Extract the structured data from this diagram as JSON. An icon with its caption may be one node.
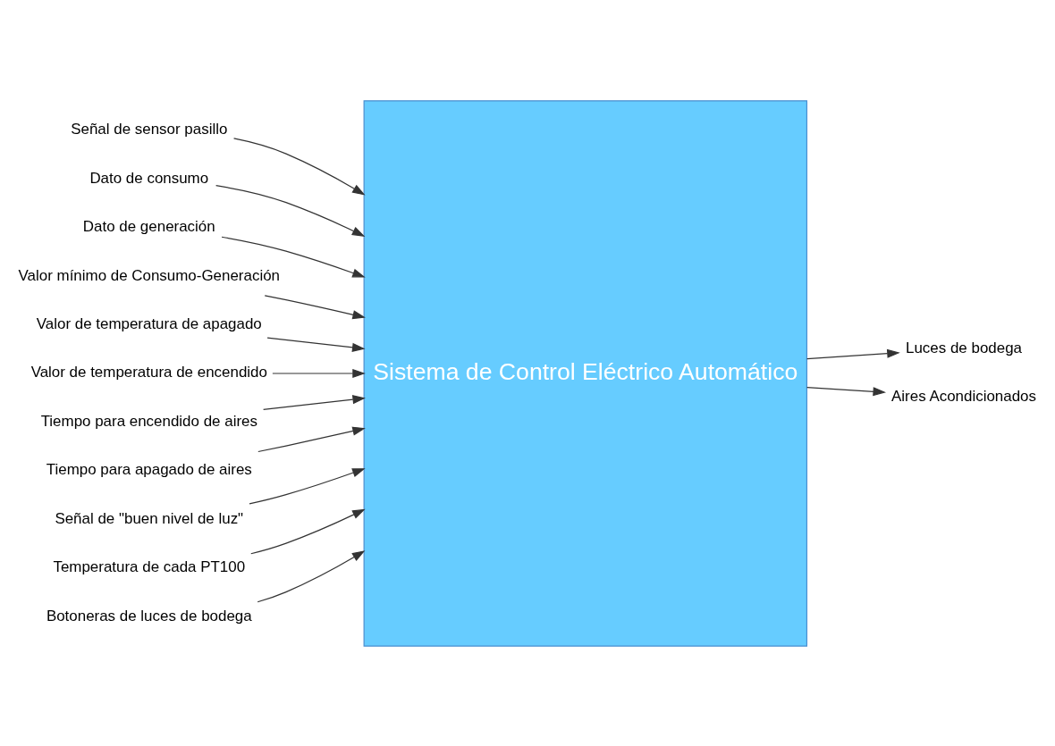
{
  "diagram": {
    "nodes": [
      {
        "text": [
          "Sistema de Control Eléctrico Automático"
        ]
      },
      {
        "text": [
          "Señal de sensor pasillo"
        ]
      },
      {
        "text": [
          "Dato de consumo"
        ]
      },
      {
        "text": [
          "Dato de generación"
        ]
      },
      {
        "text": [
          "Valor mínimo de Consumo-Generación"
        ]
      },
      {
        "text": [
          "Valor de temperatura de apagado"
        ]
      },
      {
        "text": [
          "Valor de temperatura de encendido"
        ]
      },
      {
        "text": [
          "Tiempo para encendido de aires"
        ]
      },
      {
        "text": [
          "Tiempo para apagado de aires"
        ]
      },
      {
        "text": [
          "Señal de \"buen nivel de luz\""
        ]
      },
      {
        "text": [
          "Temperatura de cada PT100"
        ]
      },
      {
        "text": [
          "Botoneras de luces de bodega"
        ]
      },
      {
        "text": [
          "Luces de bodega"
        ]
      },
      {
        "text": [
          "Aires Acondicionados"
        ]
      }
    ],
    "edges": [
      {
        "from": 1,
        "to": 0,
        "arrow": "to"
      },
      {
        "from": 2,
        "to": 0,
        "arrow": "to"
      },
      {
        "from": 3,
        "to": 0,
        "arrow": "to"
      },
      {
        "from": 4,
        "to": 0,
        "arrow": "to"
      },
      {
        "from": 5,
        "to": 0,
        "arrow": "to"
      },
      {
        "from": 6,
        "to": 0,
        "arrow": "to"
      },
      {
        "from": 7,
        "to": 0,
        "arrow": "to"
      },
      {
        "from": 8,
        "to": 0,
        "arrow": "to"
      },
      {
        "from": 9,
        "to": 0,
        "arrow": "to"
      },
      {
        "from": 10,
        "to": 0,
        "arrow": "to"
      },
      {
        "from": 11,
        "to": 0,
        "arrow": "to"
      },
      {
        "from": 0,
        "to": 12,
        "arrow": "to"
      },
      {
        "from": 0,
        "to": 13,
        "arrow": "to"
      }
    ]
  }
}
